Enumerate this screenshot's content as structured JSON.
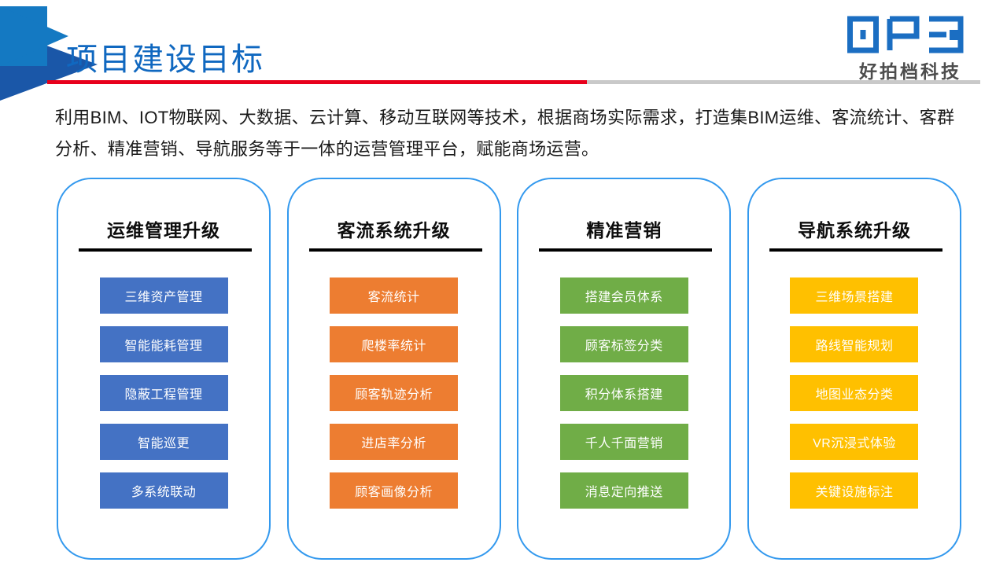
{
  "header": {
    "title": "项目建设目标",
    "title_color": "#1068C0",
    "rule_red_color": "#E8001C",
    "rule_gray_color": "#C9C9C9",
    "arrow_light_color": "#1479C2",
    "arrow_dark_color": "#1A57A8"
  },
  "logo": {
    "mark_text": "HPD",
    "subtitle": "好拍档科技",
    "mark_color": "#1B6EC2",
    "subtitle_color": "#4D4D4D"
  },
  "intro": {
    "text": "利用BIM、IOT物联网、大数据、云计算、移动互联网等技术，根据商场实际需求，打造集BIM运维、客流统计、客群分析、精准营销、导航服务等于一体的运营管理平台，赋能商场运营。"
  },
  "cards": [
    {
      "title": "运维管理升级",
      "accent": "#4472C4",
      "border": "#3399EE",
      "items": [
        "三维资产管理",
        "智能能耗管理",
        "隐蔽工程管理",
        "智能巡更",
        "多系统联动"
      ]
    },
    {
      "title": "客流系统升级",
      "accent": "#ED7D31",
      "border": "#3399EE",
      "items": [
        "客流统计",
        "爬楼率统计",
        "顾客轨迹分析",
        "进店率分析",
        "顾客画像分析"
      ]
    },
    {
      "title": "精准营销",
      "accent": "#70AD47",
      "border": "#3399EE",
      "items": [
        "搭建会员体系",
        "顾客标签分类",
        "积分体系搭建",
        "千人千面营销",
        "消息定向推送"
      ]
    },
    {
      "title": "导航系统升级",
      "accent": "#FFC000",
      "border": "#3399EE",
      "items": [
        "三维场景搭建",
        "路线智能规划",
        "地图业态分类",
        "VR沉浸式体验",
        "关键设施标注"
      ]
    }
  ]
}
